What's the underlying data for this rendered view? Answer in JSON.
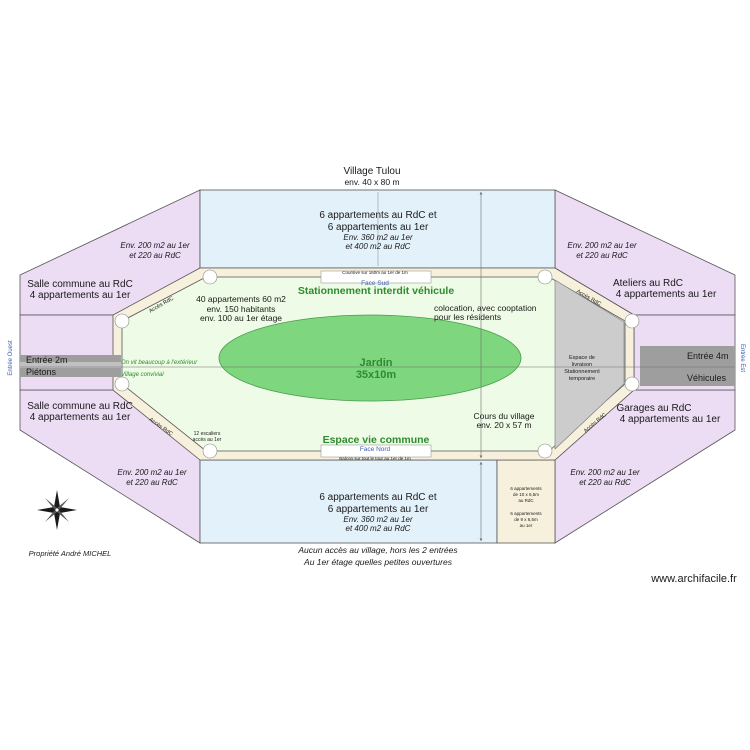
{
  "title": "Village Tulou",
  "subtitle": "env. 40 x 80 m",
  "north_block": {
    "line1": "6 appartements au RdC et",
    "line2": "6 appartements au 1er",
    "area1": "Env. 360 m2 au 1er",
    "area2": "et 400 m2 au RdC"
  },
  "south_block": {
    "line1": "6 appartements au RdC et",
    "line2": "6 appartements au 1er",
    "area1": "Env. 360 m2 au 1er",
    "area2": "et 400 m2 au RdC"
  },
  "wing_area": {
    "l1": "Env. 200 m2  au 1er",
    "l2": "et 220 au RdC"
  },
  "nw_wing": {
    "l1": "Salle commune au RdC",
    "l2": "4 appartements au 1er"
  },
  "sw_wing": {
    "l1": "Salle commune au RdC",
    "l2": "4 appartements au 1er"
  },
  "ne_wing": {
    "l1": "Ateliers au RdC",
    "l2": "4 appartements au 1er"
  },
  "se_wing": {
    "l1": "Garages au RdC",
    "l2": "4 appartements au 1er"
  },
  "courtyard": {
    "parking_banned": "Stationnement interdit véhicule",
    "common_space": "Espace vie commune",
    "garden": "Jardin",
    "garden_size": "35x10m",
    "apts_1": "40 appartements 60 m2",
    "apts_2": "env. 150 habitants",
    "apts_3": "env. 100 au 1er étage",
    "coloc_1": "colocation, avec cooptation",
    "coloc_2": "pour les résidents",
    "court_1": "Cours du village",
    "court_2": "env. 20 x 57 m",
    "outdoor_1": "On vit beaucoup à l'extérieur",
    "outdoor_2": "Village convivial",
    "stairs_1": "12 escaliers",
    "stairs_2": "accès au 1er",
    "face_sud": "Face Sud",
    "face_nord": "Face Nord",
    "coursive": "Coursive sur 160m au 1er de 1m",
    "balcon": "Balcon sur tout le tour au 1er de 1m",
    "acces_rdc": "Accès RdC"
  },
  "delivery": {
    "l1": "Espace de",
    "l2": "livraison",
    "l3": "Stationnement",
    "l4": "temporaire"
  },
  "small_block": {
    "a1": "6 appartements",
    "a2": "de 10 x 6,5m",
    "a3": "au RdC",
    "b1": "6 appartements",
    "b2": "de 9 x 6,5m",
    "b3": "au 1er"
  },
  "west_entry": {
    "label": "Entrée 2m",
    "sub": "Piétons",
    "side": "Entrée Ouest"
  },
  "east_entry": {
    "label": "Entrée 4m",
    "sub": "Véhicules",
    "side": "Entrée Est"
  },
  "footer": {
    "note1": "Aucun accès au village, hors les 2 entrées",
    "note2": "Au 1er étage quelles petites ouvertures",
    "owner": "Propriété André MICHEL",
    "website": "www.archifacile.fr"
  },
  "colors": {
    "wing": "#ecdcf4",
    "block": "#e3f1fb",
    "courtyard": "#eefbe6",
    "garden": "#7ed67e",
    "delivery": "#cccccc",
    "path": "#9e9e9e",
    "beige": "#f7f0dc",
    "dim": "#707070"
  }
}
